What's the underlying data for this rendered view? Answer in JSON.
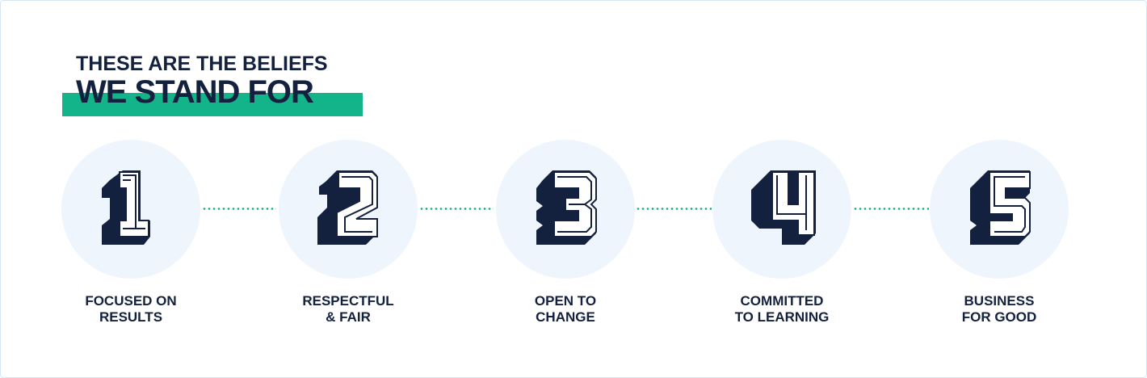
{
  "heading": {
    "line1": "THESE ARE THE BELIEFS",
    "line2": "WE STAND FOR"
  },
  "colors": {
    "navy": "#13213f",
    "accent_green": "#13b48a",
    "circle_bg": "#eff5fc",
    "background": "#ffffff"
  },
  "beliefs": [
    {
      "number": "1",
      "icon": "number-1-icon",
      "line1": "FOCUSED ON",
      "line2": "RESULTS"
    },
    {
      "number": "2",
      "icon": "number-2-icon",
      "line1": "RESPECTFUL",
      "line2": "& FAIR"
    },
    {
      "number": "3",
      "icon": "number-3-icon",
      "line1": "OPEN TO",
      "line2": "CHANGE"
    },
    {
      "number": "4",
      "icon": "number-4-icon",
      "line1": "COMMITTED",
      "line2": "TO LEARNING"
    },
    {
      "number": "5",
      "icon": "number-5-icon",
      "line1": "BUSINESS",
      "line2": "FOR GOOD"
    }
  ]
}
